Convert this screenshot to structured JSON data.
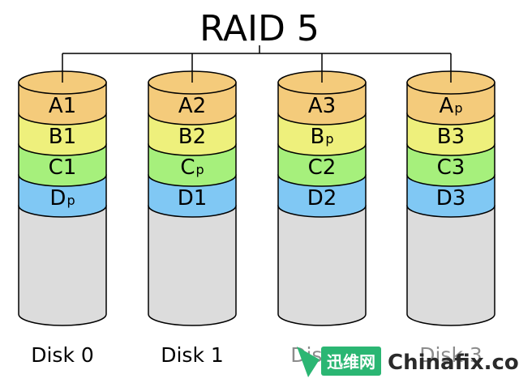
{
  "title": "RAID 5",
  "colors": {
    "A": "#f4cb7b",
    "B": "#eef07c",
    "C": "#a6f07c",
    "D": "#80c8f4",
    "empty": "#dcdcdc",
    "stroke": "#000000"
  },
  "disks": [
    {
      "label": "Disk 0",
      "blocks": [
        {
          "main": "A",
          "sub": "1"
        },
        {
          "main": "B",
          "sub": "1"
        },
        {
          "main": "C",
          "sub": "1"
        },
        {
          "main": "D",
          "sub": "p"
        }
      ]
    },
    {
      "label": "Disk 1",
      "blocks": [
        {
          "main": "A",
          "sub": "2"
        },
        {
          "main": "B",
          "sub": "2"
        },
        {
          "main": "C",
          "sub": "p"
        },
        {
          "main": "D",
          "sub": "1"
        }
      ]
    },
    {
      "label": "Disk 2",
      "blocks": [
        {
          "main": "A",
          "sub": "3"
        },
        {
          "main": "B",
          "sub": "p"
        },
        {
          "main": "C",
          "sub": "2"
        },
        {
          "main": "D",
          "sub": "2"
        }
      ]
    },
    {
      "label": "Disk 3",
      "blocks": [
        {
          "main": "A",
          "sub": "p"
        },
        {
          "main": "B",
          "sub": "3"
        },
        {
          "main": "C",
          "sub": "3"
        },
        {
          "main": "D",
          "sub": "3"
        }
      ]
    }
  ],
  "watermark": {
    "cn": "迅维网",
    "en": "Chinafix.com"
  }
}
